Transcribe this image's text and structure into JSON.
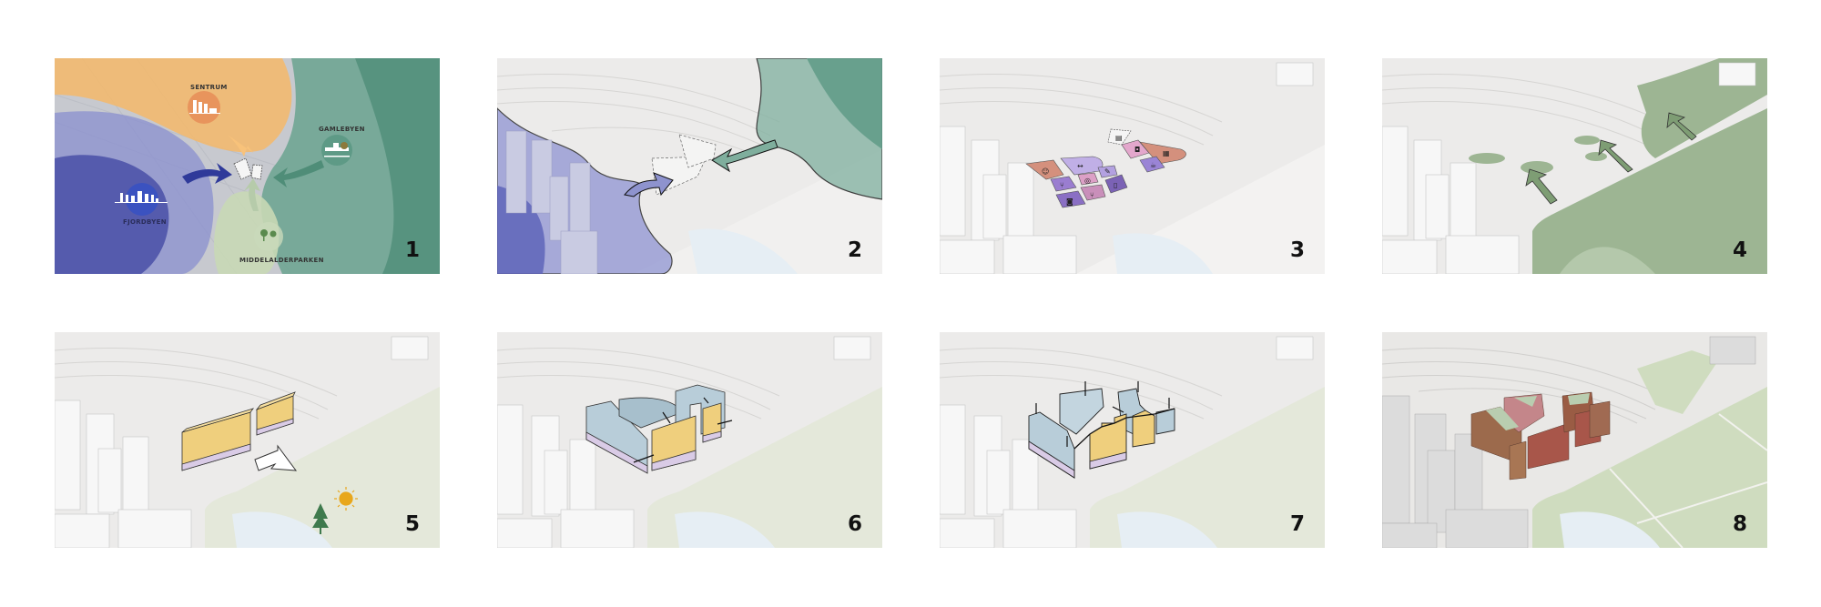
{
  "figure": {
    "background": "#ffffff",
    "layout": {
      "rows": 2,
      "cols": 4
    }
  },
  "panels": [
    {
      "number": "1",
      "description": "Context map showing surrounding districts and flows toward site",
      "labels": {
        "sentrum": "SENTRUM",
        "gamlebyen": "GAMLEBYEN",
        "fjordbyen": "FJORDBYEN",
        "middelalderparken": "MIDDELALDERPARKEN"
      },
      "colors": {
        "sentrum": "#f3b76a",
        "fjordbyen": "#4a4fa6",
        "gamlebyen": "#5e9a86",
        "park": "#b9cfa6"
      }
    },
    {
      "number": "2",
      "description": "Urban (blue) and green (teal) influences meeting at site",
      "colors": {
        "urban": "#7b80c4",
        "green": "#6fa48f"
      }
    },
    {
      "number": "3",
      "description": "Program zones on ground floor with activity icons",
      "icons": [
        "community-icon",
        "dumbbell-icon",
        "restaurant-icon",
        "yarn-icon",
        "brush-icon",
        "drink-icon",
        "restaurant-icon",
        "grocery-icon",
        "shopping-bag-icon",
        "cinema-icon",
        "coffee-icon",
        "briefcase-icon"
      ],
      "colors": {
        "salmon": "#d48f7c",
        "lilac": "#b9a7e2",
        "violet": "#8e74c8",
        "pink": "#d89ac2"
      }
    },
    {
      "number": "4",
      "description": "Park extending green connections into site",
      "colors": {
        "green": "#97b08c"
      }
    },
    {
      "number": "5",
      "description": "Initial volumes oriented toward park, sun and trees",
      "icons": [
        "arrow-icon",
        "tree-icon",
        "sun-icon"
      ],
      "colors": {
        "volume": "#efcf7d",
        "base": "#d9cbe6",
        "tree": "#3f7a4d",
        "sun": "#e8a71c"
      }
    },
    {
      "number": "6",
      "description": "Added blue volumes with connection arrows",
      "colors": {
        "volume_blue": "#b8cdd9",
        "volume_yellow": "#efcf7d",
        "base": "#d9cbe6"
      }
    },
    {
      "number": "7",
      "description": "Volumes adjusted in height with step arrows",
      "colors": {
        "volume_blue": "#b8cdd9",
        "volume_yellow": "#efcf7d",
        "base": "#d9cbe6"
      }
    },
    {
      "number": "8",
      "description": "Final rendered massing with brick facades in context",
      "colors": {
        "brick": "#a8644e",
        "roof": "#b9cdb0",
        "park": "#cfdcbf"
      }
    }
  ]
}
